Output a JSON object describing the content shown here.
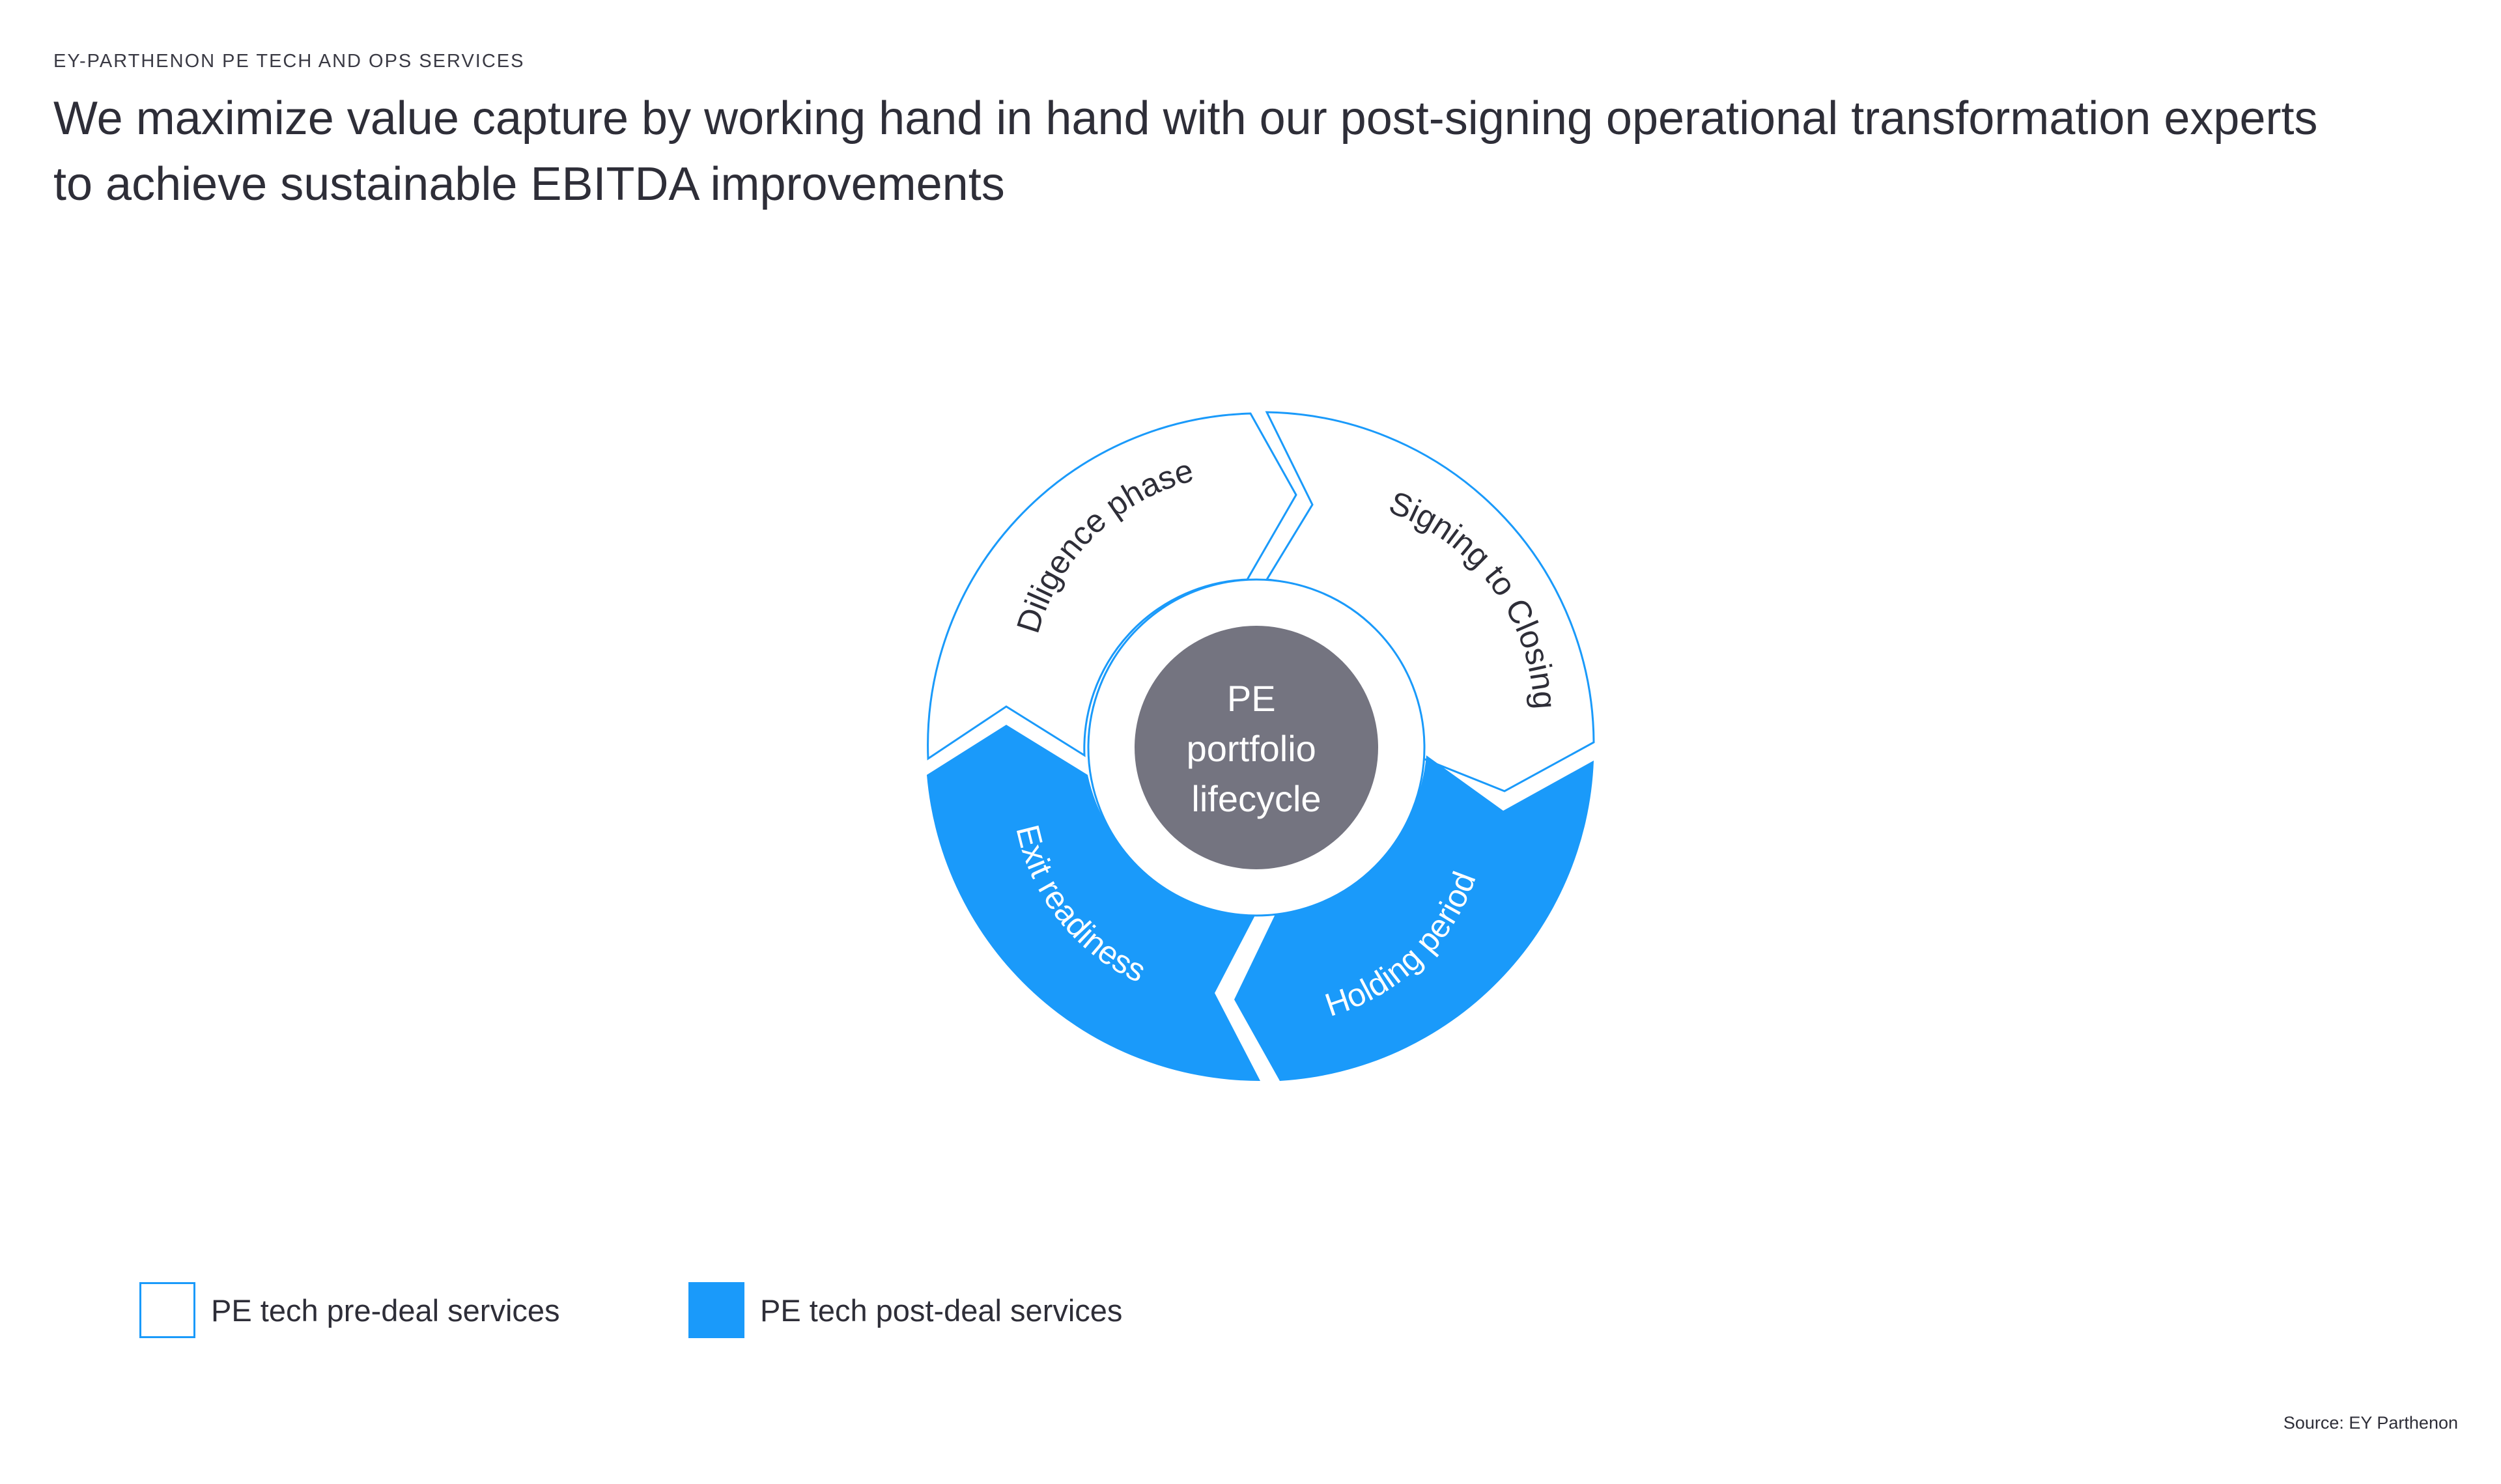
{
  "header": {
    "eyebrow": "EY-PARTHENON PE TECH AND OPS SERVICES",
    "title_line1": "We maximize value capture by working hand in hand with our post-signing operational transformation experts",
    "title_line2": "to achieve sustainable EBITDA improvements"
  },
  "diagram": {
    "center_lines": [
      "PE",
      "portfolio",
      "lifecycle"
    ],
    "segments": [
      {
        "label": "Diligence phase",
        "category": "pre"
      },
      {
        "label": "Signing to Closing",
        "category": "pre"
      },
      {
        "label": "Holding period",
        "category": "post"
      },
      {
        "label": "Exit readiness",
        "category": "post"
      }
    ]
  },
  "legend": [
    {
      "label": "PE tech pre-deal services",
      "category": "pre"
    },
    {
      "label": "PE tech post-deal services",
      "category": "post"
    }
  ],
  "colors": {
    "accent": "#1a9afa",
    "center": "#747480",
    "text": "#2e2e38"
  },
  "source": "Source: EY Parthenon"
}
